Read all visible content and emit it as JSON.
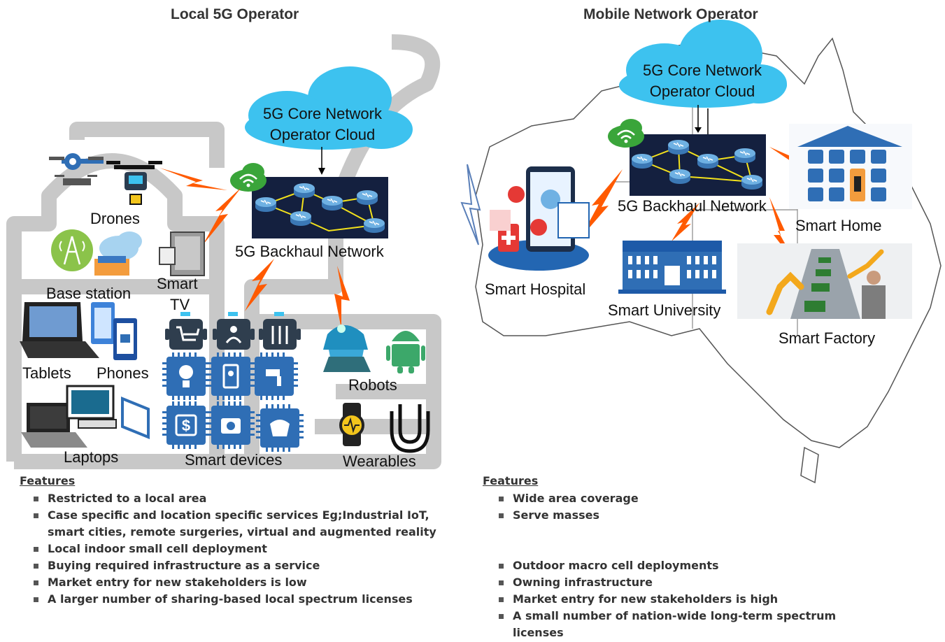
{
  "left": {
    "title": "Local 5G Operator",
    "cloud_line1": "5G Core Network",
    "cloud_line2": "Operator Cloud",
    "backhaul_label": "5G Backhaul Network",
    "labels": {
      "drones": "Drones",
      "base_station": "Base station",
      "smart_tv_1": "Smart",
      "smart_tv_2": "TV",
      "tablets": "Tablets",
      "phones": "Phones",
      "laptops": "Laptops",
      "smart_devices": "Smart devices",
      "robots": "Robots",
      "wearables": "Wearables"
    },
    "features_heading": "Features",
    "features": [
      "Restricted to a local area",
      "Case specific and location specific services Eg;Industrial IoT, smart cities, remote surgeries, virtual and augmented reality",
      "Local indoor small cell deployment",
      "Buying required infrastructure as a service",
      "Market entry for new stakeholders is low",
      "A larger number of sharing-based local spectrum licenses"
    ]
  },
  "right": {
    "title": "Mobile Network Operator",
    "cloud_line1": "5G Core Network",
    "cloud_line2": "Operator Cloud",
    "backhaul_label": "5G Backhaul Network",
    "labels": {
      "smart_hospital": "Smart Hospital",
      "smart_university": "Smart University",
      "smart_home": "Smart Home",
      "smart_factory": "Smart Factory"
    },
    "features_heading": "Features",
    "features_a": [
      "Wide area coverage",
      "Serve masses"
    ],
    "features_b": [
      "Outdoor macro cell deployments",
      "Owning infrastructure",
      "Market entry for new stakeholders is high",
      "A small number of nation-wide long-term spectrum licenses"
    ]
  },
  "colors": {
    "cloud": "#3dc2ef",
    "backhaul_bg": "#14203f",
    "router": "#5ea0d6",
    "link": "#f3e21c",
    "wifi": "#3aa53a",
    "bolt": "#ff5a00",
    "city_outline": "#c8c8c8",
    "icon_dark": "#2f3e4e",
    "icon_blue": "#2f6eb5"
  },
  "icons": [
    "drone-icon",
    "base-station-icon",
    "smart-tv-icon",
    "tablet-icon",
    "phone-icon",
    "laptop-icon",
    "robot-icon",
    "android-icon",
    "watch-icon",
    "hospital-icon",
    "university-icon",
    "smart-home-icon",
    "factory-icon",
    "wifi-cloud-icon",
    "router-icon",
    "lightning-icon",
    "cloud-icon",
    "australia-map"
  ]
}
